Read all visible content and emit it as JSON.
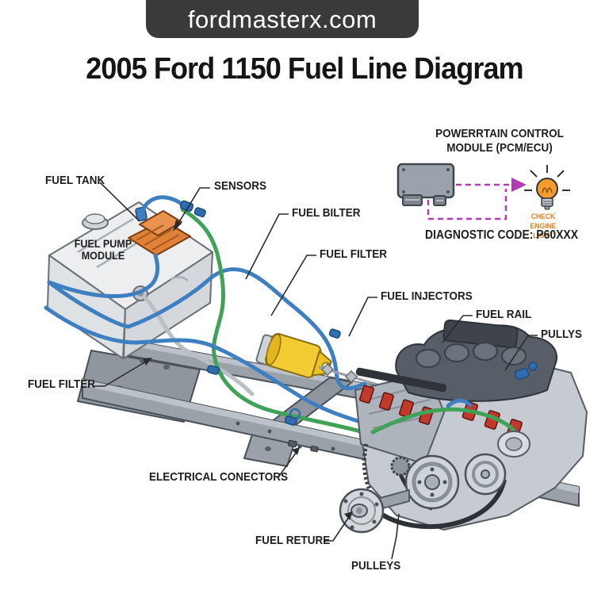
{
  "site_banner": {
    "text": "fordmasterx.com"
  },
  "title": "2005 Ford 1150 Fuel Line Diagram",
  "labels": {
    "fuel_tank": "FUEL TANK",
    "sensors": "SENSORS",
    "fuel_pump_module": "FUEL PUMP\nMODULE",
    "fuel_bilter": "FUEL BILTER",
    "fuel_filter_mid": "FUEL FILTER",
    "fuel_injectors": "FUEL INJECTORS",
    "fuel_rail": "FUEL RAIL",
    "pullys": "PULLYS",
    "fuel_filter_left": "FUEL FILTER",
    "electrical_conectors": "ELECTRICAL CONECTORS",
    "fuel_reture": "FUEL RETURE",
    "pulleys": "PULLEYS"
  },
  "pcm": {
    "module_label": "POWERRTAIN CONTROL\nMODULE (PCM/ECU)",
    "check_engine_label": "CHECK ENGINE\nLIGHT",
    "diagnostic_code": "DIAGNOSTIC CODE: P60XXX"
  },
  "colors": {
    "background": "#ffffff",
    "banner_bg": "#3a3a3a",
    "banner_text": "#ffffff",
    "title_text": "#151515",
    "label_text": "#1d1d1d",
    "fuel_supply_line_blue": "#3e7fc1",
    "fuel_return_line_green": "#3fa257",
    "fuel_filter_canister_yellow": "#f3cb32",
    "fuel_pump_module_orange": "#e08138",
    "injector_red": "#c0392b",
    "pcm_trace_magenta": "#b23ab2",
    "check_engine_bulb_orange": "#f59d2c",
    "check_engine_text_orange": "#e07b1f",
    "chassis_gray": "#9aa1a9",
    "tank_gray": "#eceef0",
    "engine_dark": "#585e68"
  }
}
